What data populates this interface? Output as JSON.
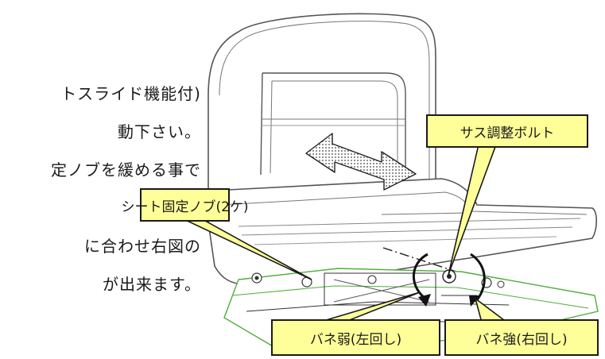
{
  "body_text": [
    "トスライド機能付)",
    "動下さい。",
    "定ノブを緩める事で",
    "に合わせ右図の",
    "が出来ます。"
  ],
  "callouts": {
    "seat_lock_knob": "シート固定ノブ(2ケ)",
    "suspension_bolt": "サス調整ボルト",
    "spring_weak": "バネ弱(左回し)",
    "spring_strong": "バネ強(右回し)"
  },
  "colors": {
    "callout_fill": "#ffff99",
    "outline": "#1a1a1a",
    "frame_green": "#4fae3a"
  },
  "icons": {
    "slide_direction": "double-headed-arrow-icon",
    "rotate_left": "counterclockwise-arrow-icon",
    "rotate_right": "clockwise-arrow-icon"
  }
}
